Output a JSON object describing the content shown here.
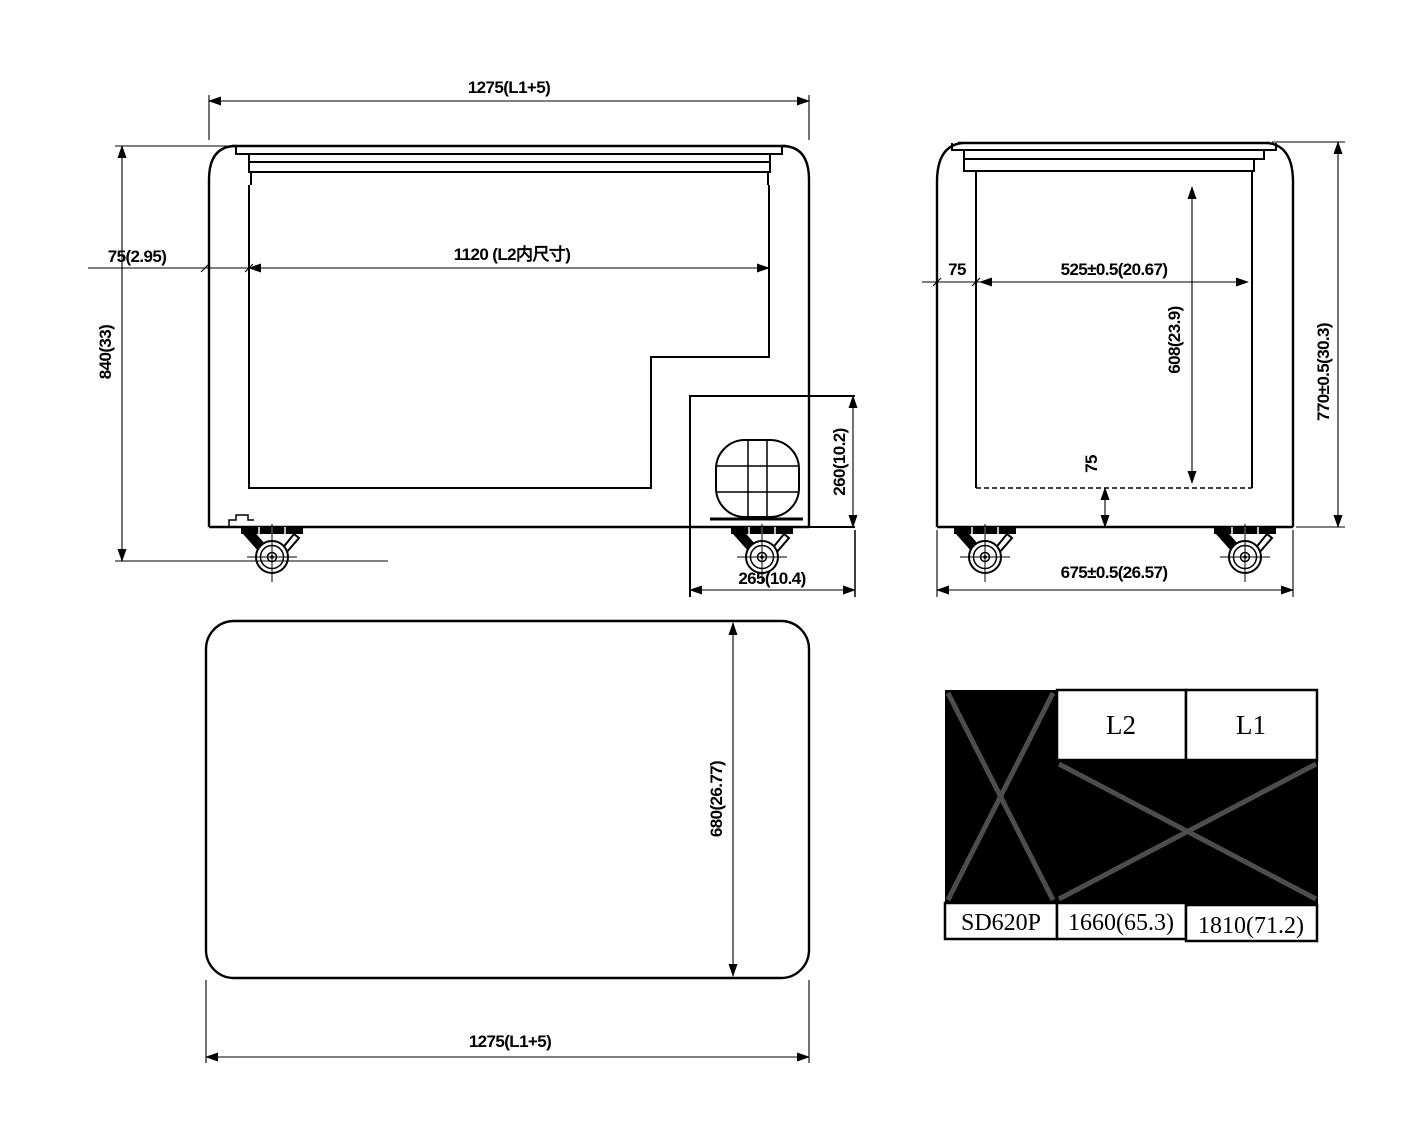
{
  "front_view": {
    "overall_width": "1275(L1+5)",
    "wall_thickness": "75(2.95)",
    "inner_width": "1120 (L2内尺寸)",
    "overall_height": "840(33)",
    "compressor_height": "260(10.2)",
    "compressor_width": "265(10.4)"
  },
  "side_view": {
    "wall_thickness": "75",
    "inner_width": "525±0.5(20.67)",
    "inner_depth": "608(23.9)",
    "overall_height": "770±0.5(30.3)",
    "bottom_thickness": "75",
    "overall_width": "675±0.5(26.57)"
  },
  "top_view": {
    "depth": "680(26.77)",
    "overall_width": "1275(L1+5)"
  },
  "spec_table": {
    "headers": [
      "L2",
      "L1"
    ],
    "row": {
      "model": "SD620P",
      "l2_value": "1660(65.3)",
      "l1_value": "1810(71.2)"
    }
  },
  "colors": {
    "line": "#000000",
    "table_bg": "#000000",
    "table_cross": "#4d4d4d",
    "background": "#ffffff"
  }
}
